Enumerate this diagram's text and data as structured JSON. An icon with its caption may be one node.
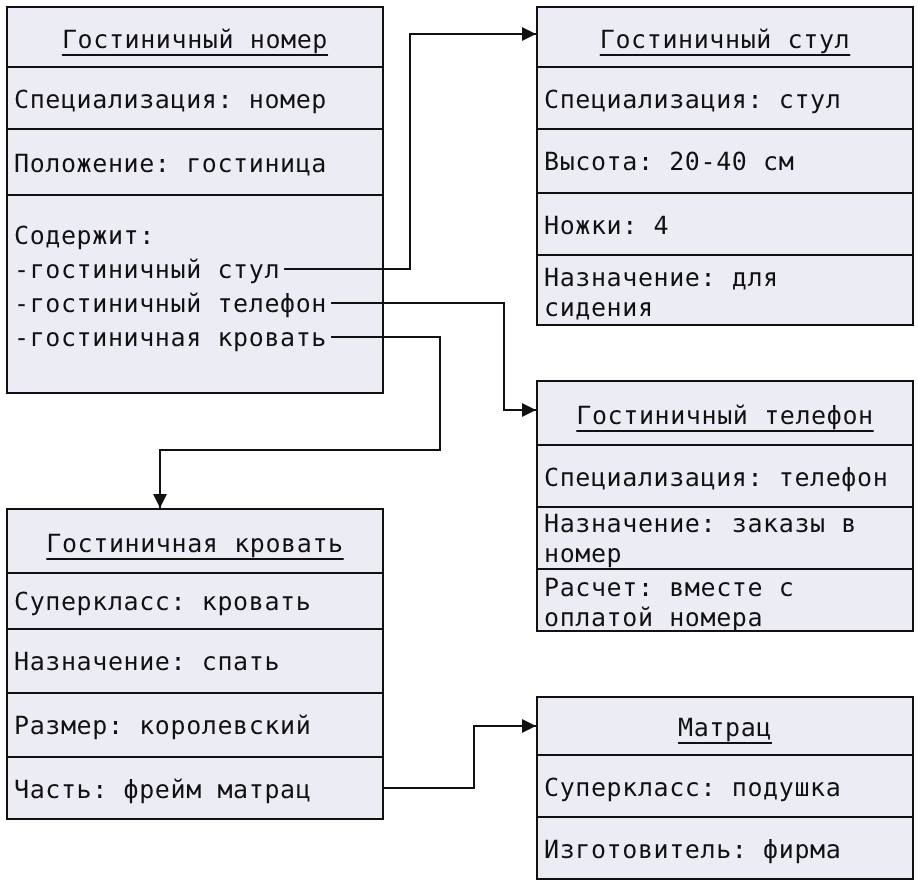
{
  "diagram": {
    "nodes": [
      {
        "text": [
          "Гостиничный номер"
        ]
      },
      {
        "text": [
          "Специализация: номер"
        ],
        "in": 0
      },
      {
        "text": [
          "Положение: гостиница"
        ],
        "in": 0
      },
      {
        "text": [
          "Содержит:"
        ],
        "in": 0
      },
      {
        "text": [
          "-гостиничный стул"
        ],
        "in": 3
      },
      {
        "text": [
          "-гостиничный телефон"
        ],
        "in": 3
      },
      {
        "text": [
          "-гостиничная кровать"
        ],
        "in": 3
      },
      {
        "text": [
          "Гостиничный стул"
        ]
      },
      {
        "text": [
          "Специализация: стул"
        ],
        "in": 7
      },
      {
        "text": [
          "Высота: 20-40 см"
        ],
        "in": 7
      },
      {
        "text": [
          "Ножки: 4"
        ],
        "in": 7
      },
      {
        "text": [
          "Назначение: для сидения"
        ],
        "in": 7
      },
      {
        "text": [
          "Гостиничный телефон"
        ]
      },
      {
        "text": [
          "Специализация: телефон"
        ],
        "in": 12
      },
      {
        "text": [
          "Назначение: заказы в номер"
        ],
        "in": 12
      },
      {
        "text": [
          "Расчет: вместе с оплатой номера"
        ],
        "in": 12
      },
      {
        "text": [
          "Гостиничная кровать"
        ]
      },
      {
        "text": [
          "Суперкласс: кровать"
        ],
        "in": 16
      },
      {
        "text": [
          "Назначение: спать"
        ],
        "in": 16
      },
      {
        "text": [
          "Размер: королевский"
        ],
        "in": 16
      },
      {
        "text": [
          "Часть: фрейм матрац"
        ],
        "in": 16
      },
      {
        "text": [
          "Матрац"
        ]
      },
      {
        "text": [
          "Суперкласс: подушка"
        ],
        "in": 21
      },
      {
        "text": [
          "Изготовитель: фирма"
        ],
        "in": 21
      }
    ],
    "edges": [
      {
        "from": 4,
        "to": 7,
        "arrow": "to"
      },
      {
        "from": 5,
        "to": 12,
        "arrow": "to"
      },
      {
        "from": 6,
        "to": 16,
        "arrow": "to"
      },
      {
        "from": 20,
        "to": 21,
        "arrow": "to"
      }
    ]
  }
}
